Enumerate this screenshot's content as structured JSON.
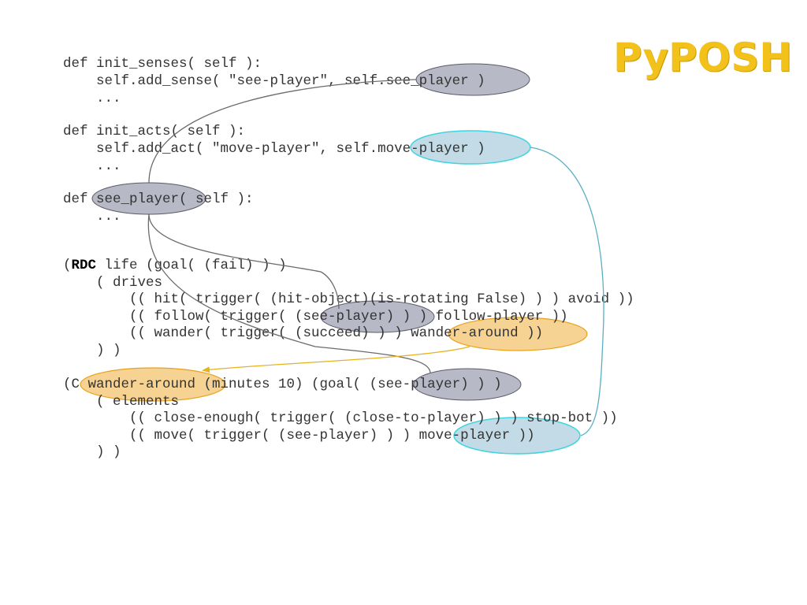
{
  "title": "PyPOSH",
  "code_lines": [
    {
      "id": "l1",
      "text": "def init_senses( self ):"
    },
    {
      "id": "l2",
      "text": "    self.add_sense( \"see-player\", self.see_player )"
    },
    {
      "id": "l3",
      "text": "    ..."
    },
    {
      "id": "l4",
      "text": "def init_acts( self ):"
    },
    {
      "id": "l5",
      "text": "    self.add_act( \"move-player\", self.move-player )"
    },
    {
      "id": "l6",
      "text": "    ..."
    },
    {
      "id": "l7",
      "text": "def see_player( self ):"
    },
    {
      "id": "l8",
      "text": "    ..."
    },
    {
      "id": "l9a",
      "text": "("
    },
    {
      "id": "l9b",
      "text": "RDC"
    },
    {
      "id": "l9c",
      "text": " life (goal( (fail) ) )"
    },
    {
      "id": "l10",
      "text": "    ( drives"
    },
    {
      "id": "l11",
      "text": "        (( hit( trigger( (hit-object)(is-rotating False) ) ) avoid ))"
    },
    {
      "id": "l12",
      "text": "        (( follow( trigger( (see-player) ) ) follow-player ))"
    },
    {
      "id": "l13",
      "text": "        (( wander( trigger( (succeed) ) ) wander-around ))"
    },
    {
      "id": "l14",
      "text": "    ) )"
    },
    {
      "id": "l15",
      "text": "(C wander-around (minutes 10) (goal( (see-player) ) )"
    },
    {
      "id": "l16",
      "text": "    ( elements"
    },
    {
      "id": "l17",
      "text": "        (( close-enough( trigger( (close-to-player) ) ) stop-bot ))"
    },
    {
      "id": "l18",
      "text": "        (( move( trigger( (see-player) ) ) move-player ))"
    },
    {
      "id": "l19",
      "text": "    ) )"
    }
  ],
  "colors": {
    "sense_fill": "#b8b9c6",
    "sense_stroke": "#5a5a66",
    "act_fill": "#c2dbe6",
    "act_stroke": "#3fd4df",
    "competence_fill": "#f7d393",
    "competence_stroke": "#e8a11c",
    "link_gray": "#6b6b6b",
    "link_blue": "#5aaec4",
    "link_orange": "#e7b21f"
  }
}
